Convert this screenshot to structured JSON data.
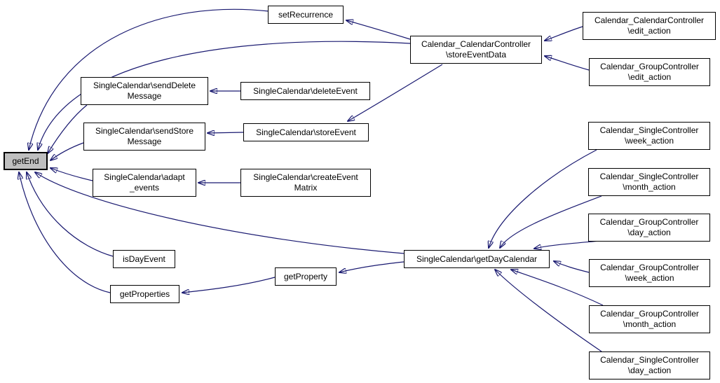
{
  "diagram": {
    "kind": "caller-graph",
    "focus_node": "getEnd",
    "colors": {
      "edge": "#191970",
      "node_border": "#000000",
      "node_fill": "#ffffff",
      "focus_fill": "#bfbfbf",
      "background": "#ffffff"
    },
    "nodes": {
      "getEnd": {
        "label": "getEnd"
      },
      "setRecurrence": {
        "label": "setRecurrence"
      },
      "storeEventData": {
        "label": "Calendar_CalendarController\n\\storeEventData"
      },
      "calendarControllerEditAction": {
        "label": "Calendar_CalendarController\n\\edit_action"
      },
      "groupControllerEditAction": {
        "label": "Calendar_GroupController\n\\edit_action"
      },
      "sendDeleteMessage": {
        "label": "SingleCalendar\\sendDelete\nMessage"
      },
      "deleteEvent": {
        "label": "SingleCalendar\\deleteEvent"
      },
      "sendStoreMessage": {
        "label": "SingleCalendar\\sendStore\nMessage"
      },
      "storeEvent": {
        "label": "SingleCalendar\\storeEvent"
      },
      "adaptEvents": {
        "label": "SingleCalendar\\adapt\n_events"
      },
      "createEventMatrix": {
        "label": "SingleCalendar\\createEvent\nMatrix"
      },
      "isDayEvent": {
        "label": "isDayEvent"
      },
      "getProperties": {
        "label": "getProperties"
      },
      "getProperty": {
        "label": "getProperty"
      },
      "getDayCalendar": {
        "label": "SingleCalendar\\getDayCalendar"
      },
      "singleWeekAction": {
        "label": "Calendar_SingleController\n\\week_action"
      },
      "singleMonthAction": {
        "label": "Calendar_SingleController\n\\month_action"
      },
      "groupDayAction": {
        "label": "Calendar_GroupController\n\\day_action"
      },
      "groupWeekAction": {
        "label": "Calendar_GroupController\n\\week_action"
      },
      "groupMonthAction": {
        "label": "Calendar_GroupController\n\\month_action"
      },
      "singleDayAction": {
        "label": "Calendar_SingleController\n\\day_action"
      }
    },
    "edges": [
      {
        "from": "setRecurrence",
        "to": "getEnd"
      },
      {
        "from": "storeEventData",
        "to": "getEnd"
      },
      {
        "from": "storeEventData",
        "to": "setRecurrence"
      },
      {
        "from": "storeEventData",
        "to": "storeEvent"
      },
      {
        "from": "calendarControllerEditAction",
        "to": "storeEventData"
      },
      {
        "from": "groupControllerEditAction",
        "to": "storeEventData"
      },
      {
        "from": "sendDeleteMessage",
        "to": "getEnd"
      },
      {
        "from": "deleteEvent",
        "to": "sendDeleteMessage"
      },
      {
        "from": "sendStoreMessage",
        "to": "getEnd"
      },
      {
        "from": "storeEvent",
        "to": "sendStoreMessage"
      },
      {
        "from": "adaptEvents",
        "to": "getEnd"
      },
      {
        "from": "createEventMatrix",
        "to": "adaptEvents"
      },
      {
        "from": "isDayEvent",
        "to": "getEnd"
      },
      {
        "from": "getProperties",
        "to": "getEnd"
      },
      {
        "from": "getProperty",
        "to": "getProperties"
      },
      {
        "from": "getDayCalendar",
        "to": "getProperty"
      },
      {
        "from": "getDayCalendar",
        "to": "getEnd"
      },
      {
        "from": "singleWeekAction",
        "to": "getDayCalendar"
      },
      {
        "from": "singleMonthAction",
        "to": "getDayCalendar"
      },
      {
        "from": "groupDayAction",
        "to": "getDayCalendar"
      },
      {
        "from": "groupWeekAction",
        "to": "getDayCalendar"
      },
      {
        "from": "groupMonthAction",
        "to": "getDayCalendar"
      },
      {
        "from": "singleDayAction",
        "to": "getDayCalendar"
      }
    ]
  }
}
